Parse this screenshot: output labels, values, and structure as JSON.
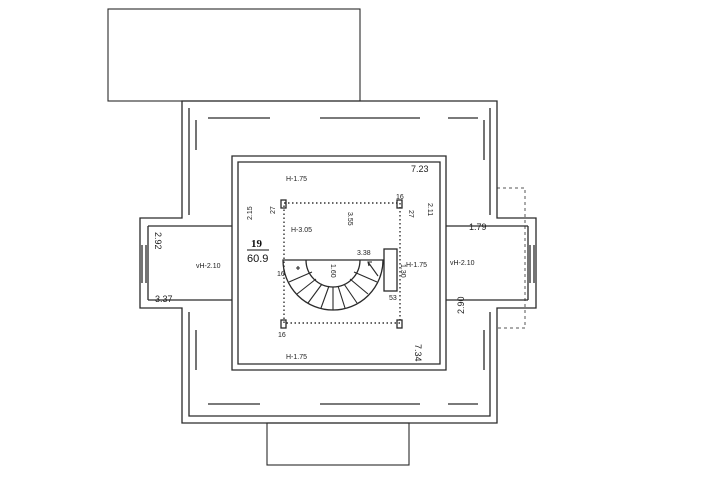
{
  "room": {
    "number": "19",
    "area": "60.9"
  },
  "labels": {
    "h_top": "H-1.75",
    "h_bottom": "H-1.75",
    "h_right": "H-1.75",
    "h_center": "H-3.05",
    "vh_left": "vH-2.10",
    "vh_right": "vH-2.10",
    "d_723": "7.23",
    "d_734": "7.34",
    "d_215": "2.15",
    "d_211": "2.11",
    "d_27a": "27",
    "d_27b": "27",
    "d_16a": "16",
    "d_16b": "16",
    "d_16c": "16",
    "d_355": "3.55",
    "d_338": "3.38",
    "d_160": "1.60",
    "d_130": "1.30",
    "d_53": "53",
    "d_292": "2.92",
    "d_337": "3.37",
    "d_179": "1.79",
    "d_290": "2.90"
  }
}
